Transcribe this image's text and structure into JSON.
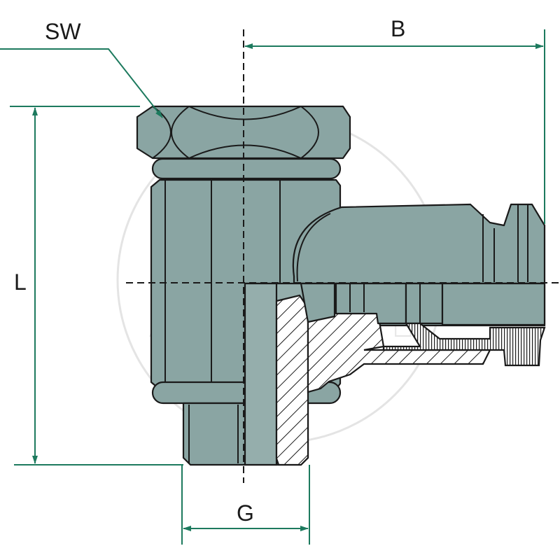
{
  "labels": {
    "sw": "SW",
    "b": "B",
    "l": "L",
    "g": "G"
  },
  "colors": {
    "metal": "#8aa5a3",
    "dimension_lines": "#1d7a5e",
    "outline": "#1a1a1a"
  }
}
